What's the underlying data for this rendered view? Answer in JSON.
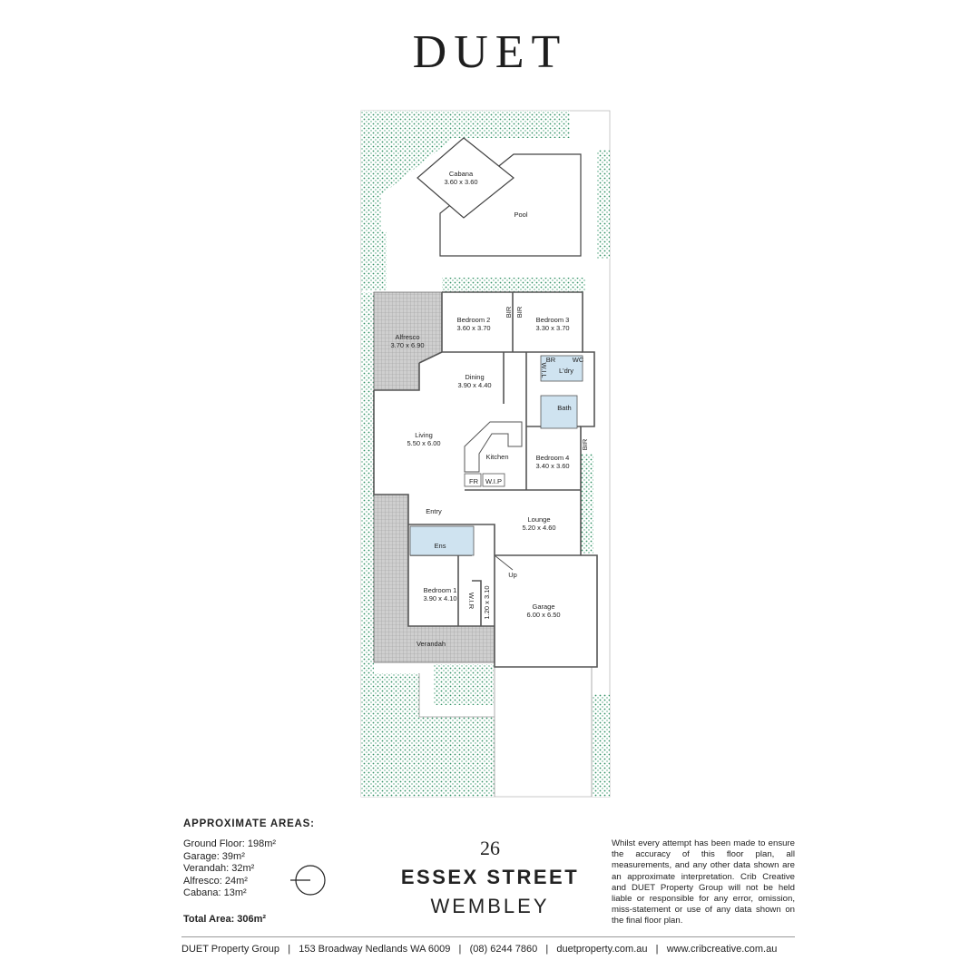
{
  "brand": {
    "logo": "DUET"
  },
  "floorplan": {
    "rooms": [
      {
        "id": "cabana",
        "name": "Cabana",
        "size": "3.60 x 3.60"
      },
      {
        "id": "pool",
        "name": "Pool",
        "size": ""
      },
      {
        "id": "bedroom2",
        "name": "Bedroom 2",
        "size": "3.60 x 3.70"
      },
      {
        "id": "bedroom3",
        "name": "Bedroom 3",
        "size": "3.30 x 3.70"
      },
      {
        "id": "alfresco",
        "name": "Alfresco",
        "size": "3.70 x 6.90"
      },
      {
        "id": "dining",
        "name": "Dining",
        "size": "3.90 x 4.40"
      },
      {
        "id": "living",
        "name": "Living",
        "size": "5.50 x 6.00"
      },
      {
        "id": "kitchen",
        "name": "Kitchen",
        "size": ""
      },
      {
        "id": "bedroom4",
        "name": "Bedroom 4",
        "size": "3.40 x 3.60"
      },
      {
        "id": "entry",
        "name": "Entry",
        "size": ""
      },
      {
        "id": "lounge",
        "name": "Lounge",
        "size": "5.20 x 4.60"
      },
      {
        "id": "bedroom1",
        "name": "Bedroom 1",
        "size": "3.90 x 4.10"
      },
      {
        "id": "garage",
        "name": "Garage",
        "size": "6.00 x 6.50"
      },
      {
        "id": "verandah",
        "name": "Verandah",
        "size": ""
      }
    ],
    "small_labels": {
      "bir_a": "BIR",
      "bir_b": "BIR",
      "bir_c": "BIR",
      "wil": "W.I.L",
      "ldry": "L'dry",
      "bath": "Bath",
      "ens": "Ens",
      "fr": "FR",
      "wip": "W.I.P",
      "up": "Up",
      "wir": "W.I.R",
      "wir_size": "1.20 x 3.10",
      "br": "BR",
      "wc": "WC"
    }
  },
  "areas": {
    "title": "APPROXIMATE AREAS:",
    "items": [
      "Ground Floor: 198m²",
      "Garage: 39m²",
      "Verandah: 32m²",
      "Alfresco: 24m²",
      "Cabana: 13m²"
    ],
    "total": "Total Area: 306m²"
  },
  "address": {
    "number": "26",
    "street": "ESSEX STREET",
    "suburb": "WEMBLEY"
  },
  "disclaimer": "Whilst every attempt has been made to ensure the accuracy of this floor plan, all measurements, and any other data shown are an approximate interpretation. Crib Creative and DUET Property Group will not be held liable or responsible for any error, omission, miss-statement or use of any data shown on the final floor plan.",
  "footer": {
    "company": "DUET Property Group",
    "address": "153 Broadway Nedlands WA 6009",
    "phone": "(08) 6244 7860",
    "website": "duetproperty.com.au",
    "credit": "www.cribcreative.com.au",
    "separator": "|"
  },
  "colors": {
    "garden": "#2f8f63",
    "wet_area": "#cfe3f0",
    "paving": "#bdbdbd",
    "wall": "#666666"
  }
}
